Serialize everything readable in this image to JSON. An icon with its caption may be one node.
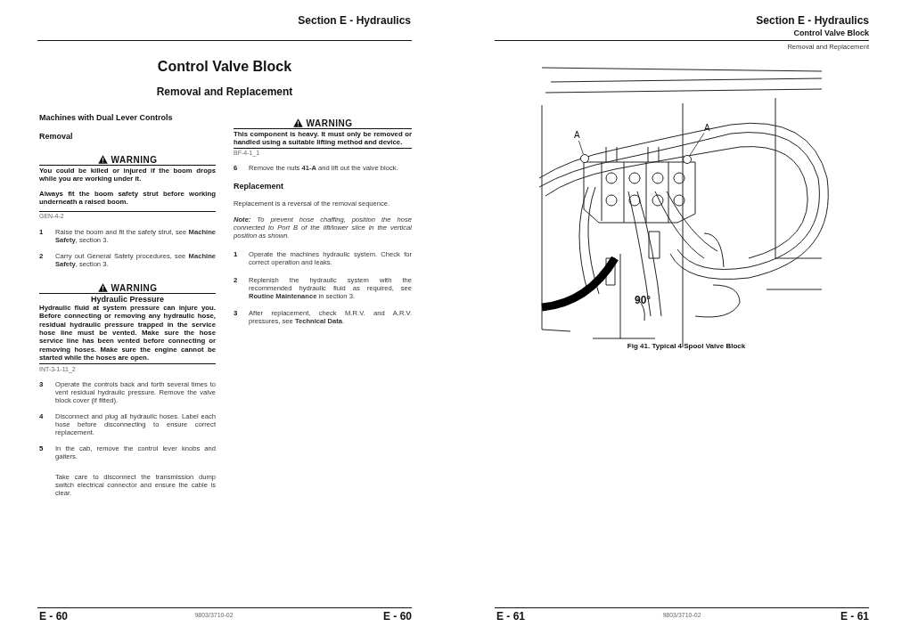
{
  "diagram": {
    "title": "Control Valve Block",
    "caption": "Fig 41. Typical 4 Spool Valve Block",
    "nodes": [
      {
        "text": [
          "A"
        ]
      },
      {
        "text": [],
        "shape": "circle"
      },
      {
        "text": [
          "A"
        ]
      },
      {
        "text": [],
        "shape": "circle"
      }
    ],
    "edges": [
      {
        "from": 0,
        "to": 1,
        "arrow": "none"
      },
      {
        "from": 2,
        "to": 3,
        "arrow": "none"
      }
    ],
    "labels": [
      "Section E - Hydraulics",
      "Removal and Replacement",
      "Machines with Dual Lever Controls",
      "Removal",
      "WARNING",
      "You could be killed or injured if the boom drops while you are working under it.",
      "Always fit the boom safety strut before working underneath a raised boom.",
      "GEN-4-2",
      "1",
      "Raise the boom and fit the safety strut, see **Machine Safety**, section 3.",
      "2",
      "Carry out General Safety procedures, see **Machine Safety**, section 3.",
      "WARNING",
      "Hydraulic Pressure",
      "Hydraulic fluid at system pressure can injure you. Before connecting or removing any hydraulic hose, residual hydraulic pressure trapped in the service hose line must be vented. Make sure the hose service line has been vented before connecting or removing hoses. Make sure the engine cannot be started while the hoses are open.",
      "INT-3-1-11_2",
      "3",
      "Operate the controls back and forth several times to vent residual hydraulic pressure. Remove the valve block cover (if fitted).",
      "4",
      "Disconnect and plug all hydraulic hoses. Label each hose before disconnecting to ensure correct replacement.",
      "5",
      "In the cab, remove the control lever knobs and gaiters.",
      "Take care to disconnect the transmission dump switch electrical connector and ensure the cable is clear.",
      "WARNING",
      "This component is heavy. It must only be removed or handled using a suitable lifting method and device.",
      "BF-4-1_1",
      "6",
      "Remove the nuts **41-A** and lift out the valve block.",
      "Replacement",
      "Replacement is a reversal of the removal sequence.",
      "**Note:** To prevent hose chaffing, position the hose connected to Port B of the lift/lower slice in the vertical position as shown.",
      "1",
      "Operate the machines hydraulic system. Check for correct operation and leaks.",
      "2",
      "Replenish the hydraulic system with the recommended hydraulic fluid as required, see **Routine Maintenance** in section 3.",
      "3",
      "After replacement, check M.R.V. and A.R.V. pressures, see **Technical Data**.",
      "E - 60",
      "9803/3710-02",
      "E - 60",
      "Section E - Hydraulics",
      "Control Valve Block",
      "Removal and Replacement",
      "90°",
      "E - 61",
      "9803/3710-02",
      "E - 61"
    ]
  }
}
